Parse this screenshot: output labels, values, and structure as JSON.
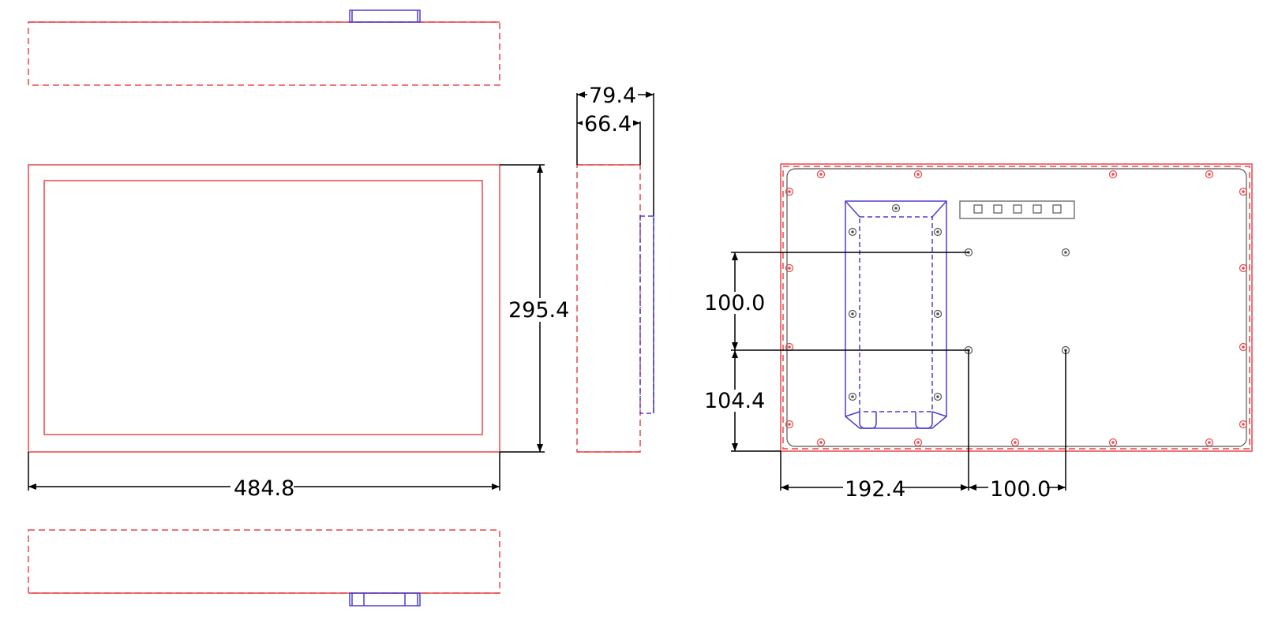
{
  "dimensions": {
    "overall_width": "484.8",
    "overall_height": "295.4",
    "total_depth": "79.4",
    "body_depth": "66.4",
    "vesa_vertical": "100.0",
    "bottom_to_vesa": "104.4",
    "left_to_vesa": "192.4",
    "vesa_horizontal": "100.0"
  },
  "colors": {
    "outline": "#e8474b",
    "bracket": "#4b3fd0",
    "dimension": "#000000"
  }
}
